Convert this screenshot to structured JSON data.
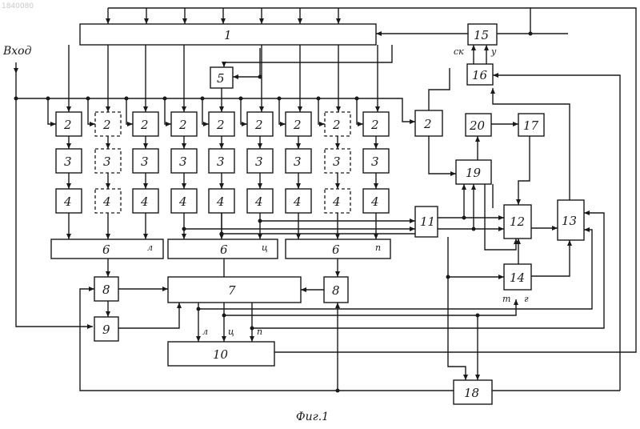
{
  "doc_number": "1840080",
  "input_label": "Вход",
  "caption": "Фиг.1",
  "blocks": {
    "b1": "1",
    "b2": "2",
    "b3": "3",
    "b4": "4",
    "b5": "5",
    "b6": "6",
    "b7": "7",
    "b8": "8",
    "b9": "9",
    "b10": "10",
    "b11": "11",
    "b12": "12",
    "b13": "13",
    "b14": "14",
    "b15": "15",
    "b16": "16",
    "b17": "17",
    "b18": "18",
    "b19": "19",
    "b20": "20"
  },
  "tags": {
    "left": "л",
    "center": "ц",
    "right": "п",
    "sk": "ск",
    "u": "у",
    "t": "т",
    "g": "г"
  }
}
